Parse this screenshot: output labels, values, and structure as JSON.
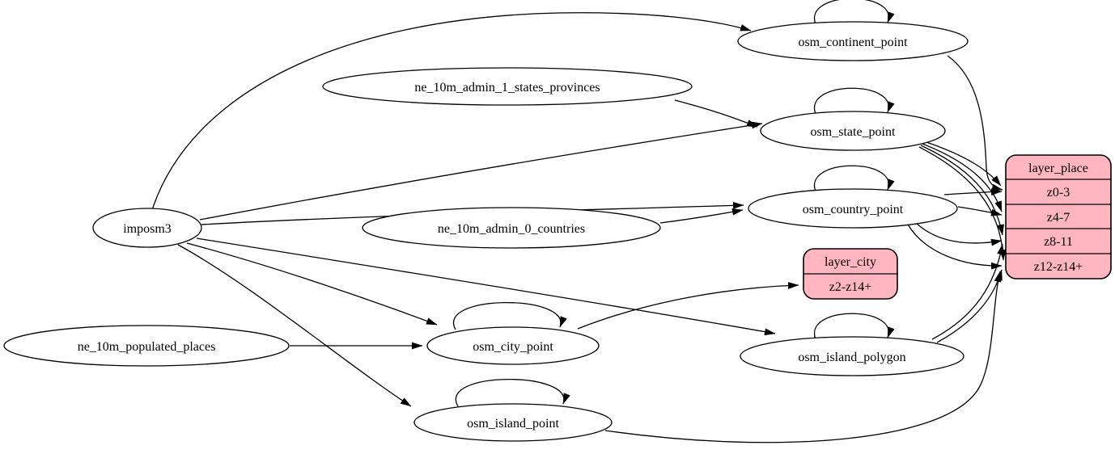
{
  "diagram": {
    "kind": "graphviz-etl-flow",
    "description": "imposm3 ETL diagram: sources feeding osm tables feeding place/city layers"
  },
  "colors": {
    "layer_fill": "#ffb6c1",
    "node_fill": "#ffffff",
    "stroke": "#000000",
    "background": "#ffffff"
  },
  "nodes": {
    "imposm3": {
      "label": "imposm3",
      "shape": "ellipse"
    },
    "ne_10m_admin_1_states_provinces": {
      "label": "ne_10m_admin_1_states_provinces",
      "shape": "ellipse"
    },
    "ne_10m_admin_0_countries": {
      "label": "ne_10m_admin_0_countries",
      "shape": "ellipse"
    },
    "ne_10m_populated_places": {
      "label": "ne_10m_populated_places",
      "shape": "ellipse"
    },
    "osm_continent_point": {
      "label": "osm_continent_point",
      "shape": "ellipse",
      "self_loop": true
    },
    "osm_state_point": {
      "label": "osm_state_point",
      "shape": "ellipse",
      "self_loop": true
    },
    "osm_country_point": {
      "label": "osm_country_point",
      "shape": "ellipse",
      "self_loop": true
    },
    "osm_city_point": {
      "label": "osm_city_point",
      "shape": "ellipse",
      "self_loop": true
    },
    "osm_island_polygon": {
      "label": "osm_island_polygon",
      "shape": "ellipse",
      "self_loop": true
    },
    "osm_island_point": {
      "label": "osm_island_point",
      "shape": "ellipse",
      "self_loop": true
    },
    "layer_city": {
      "label": "layer_city",
      "shape": "record",
      "rows": [
        "z2-z14+"
      ]
    },
    "layer_place": {
      "label": "layer_place",
      "shape": "record",
      "rows": [
        "z0-3",
        "z4-7",
        "z8-11",
        "z12-z14+"
      ]
    }
  },
  "edges": [
    {
      "from": "imposm3",
      "to": "osm_continent_point"
    },
    {
      "from": "imposm3",
      "to": "osm_state_point"
    },
    {
      "from": "imposm3",
      "to": "osm_country_point"
    },
    {
      "from": "imposm3",
      "to": "osm_city_point"
    },
    {
      "from": "imposm3",
      "to": "osm_island_polygon"
    },
    {
      "from": "imposm3",
      "to": "osm_island_point"
    },
    {
      "from": "ne_10m_admin_1_states_provinces",
      "to": "osm_state_point"
    },
    {
      "from": "ne_10m_admin_0_countries",
      "to": "osm_country_point"
    },
    {
      "from": "ne_10m_populated_places",
      "to": "osm_city_point"
    },
    {
      "from": "osm_continent_point",
      "to": "osm_continent_point"
    },
    {
      "from": "osm_state_point",
      "to": "osm_state_point"
    },
    {
      "from": "osm_country_point",
      "to": "osm_country_point"
    },
    {
      "from": "osm_city_point",
      "to": "osm_city_point"
    },
    {
      "from": "osm_island_polygon",
      "to": "osm_island_polygon"
    },
    {
      "from": "osm_island_point",
      "to": "osm_island_point"
    },
    {
      "from": "osm_city_point",
      "to": "layer_city",
      "row": "z2-z14+"
    },
    {
      "from": "osm_continent_point",
      "to": "layer_place",
      "row": "z0-3"
    },
    {
      "from": "osm_state_point",
      "to": "layer_place",
      "row": "z0-3"
    },
    {
      "from": "osm_state_point",
      "to": "layer_place",
      "row": "z4-7"
    },
    {
      "from": "osm_state_point",
      "to": "layer_place",
      "row": "z8-11"
    },
    {
      "from": "osm_state_point",
      "to": "layer_place",
      "row": "z12-z14+"
    },
    {
      "from": "osm_country_point",
      "to": "layer_place",
      "row": "z0-3"
    },
    {
      "from": "osm_country_point",
      "to": "layer_place",
      "row": "z4-7"
    },
    {
      "from": "osm_country_point",
      "to": "layer_place",
      "row": "z8-11"
    },
    {
      "from": "osm_country_point",
      "to": "layer_place",
      "row": "z12-z14+"
    },
    {
      "from": "osm_island_polygon",
      "to": "layer_place",
      "row": "z8-11"
    },
    {
      "from": "osm_island_polygon",
      "to": "layer_place",
      "row": "z12-z14+"
    },
    {
      "from": "osm_island_point",
      "to": "layer_place",
      "row": "z12-z14+"
    }
  ]
}
